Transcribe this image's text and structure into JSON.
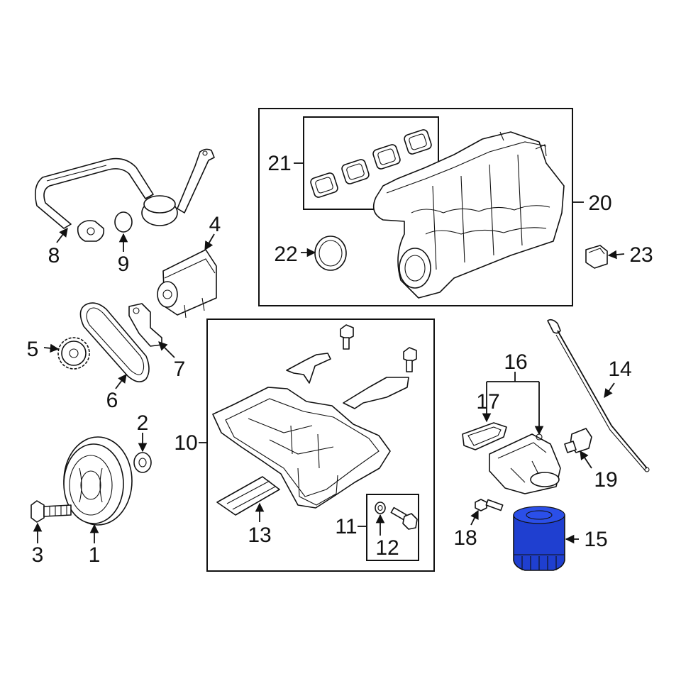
{
  "callouts": {
    "c1": "1",
    "c2": "2",
    "c3": "3",
    "c4": "4",
    "c5": "5",
    "c6": "6",
    "c7": "7",
    "c8": "8",
    "c9": "9",
    "c10": "10",
    "c11": "11",
    "c12": "12",
    "c13": "13",
    "c14": "14",
    "c15": "15",
    "c16": "16",
    "c17": "17",
    "c18": "18",
    "c19": "19",
    "c20": "20",
    "c21": "21",
    "c22": "22",
    "c23": "23"
  },
  "highlighted_part": "15",
  "colors": {
    "highlight": "#1f3fd0",
    "line": "#111111",
    "background": "#ffffff"
  }
}
